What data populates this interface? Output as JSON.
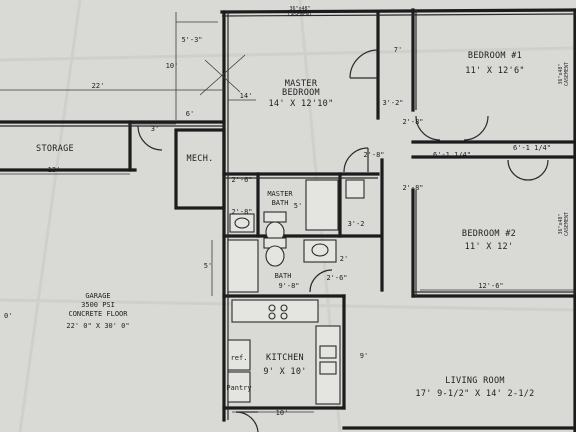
{
  "rooms": {
    "master_bedroom": {
      "name": "MASTER\nBEDROOM",
      "size": "14' X 12'10\""
    },
    "bedroom1": {
      "name": "BEDROOM #1",
      "size": "11' X 12'6\""
    },
    "bedroom2": {
      "name": "BEDROOM #2",
      "size": "11' X 12'"
    },
    "storage": {
      "name": "STORAGE"
    },
    "mech": {
      "name": "MECH."
    },
    "master_bath": {
      "name": "MASTER\nBATH"
    },
    "bath": {
      "name": "BATH",
      "size": "9'-8\""
    },
    "garage": {
      "name": "GARAGE\n3500 PSI\nCONCRETE FLOOR",
      "size": "22' 0\" X 30' 0\""
    },
    "kitchen": {
      "name": "KITCHEN",
      "size": "9' X 10'"
    },
    "living_room": {
      "name": "LIVING ROOM",
      "size": "17' 9-1/2\" X 14' 2-1/2"
    },
    "ref": {
      "name": "ref."
    },
    "pantry": {
      "name": "Pantry"
    }
  },
  "dimensions": {
    "d_5_3": "5'-3\"",
    "d_10a": "10'",
    "d_22": "22'",
    "d_6": "6'",
    "d_3a": "3'",
    "d_13": "13'",
    "d_14": "14'",
    "d_7": "7'",
    "d_3_2a": "3'-2\"",
    "d_2_8a": "2'-8\"",
    "d_2_8b": "2'-8\"",
    "d_6_1_4a": "6'-1 1/4\"",
    "d_6_1_4b": "6'-1 1/4\"",
    "d_2_8c": "2'-8\"",
    "d_2_6a": "2'-6\"",
    "d_2_8d": "2'-8\"",
    "d_5a": "5'",
    "d_3_2b": "3'-2",
    "d_5b": "5'",
    "d_2": "2'",
    "d_2_6b": "2'-6\"",
    "d_12_6": "12'-6\"",
    "d_9": "9'",
    "d_10b": "10'",
    "d_0": "0'"
  },
  "window_notes": {
    "casement_top": "36\"x48\"\nCASEMENT",
    "casement_b1": "36\"x48\"\nCASEMENT",
    "casement_b2": "36\"x48\"\nCASEMENT"
  }
}
